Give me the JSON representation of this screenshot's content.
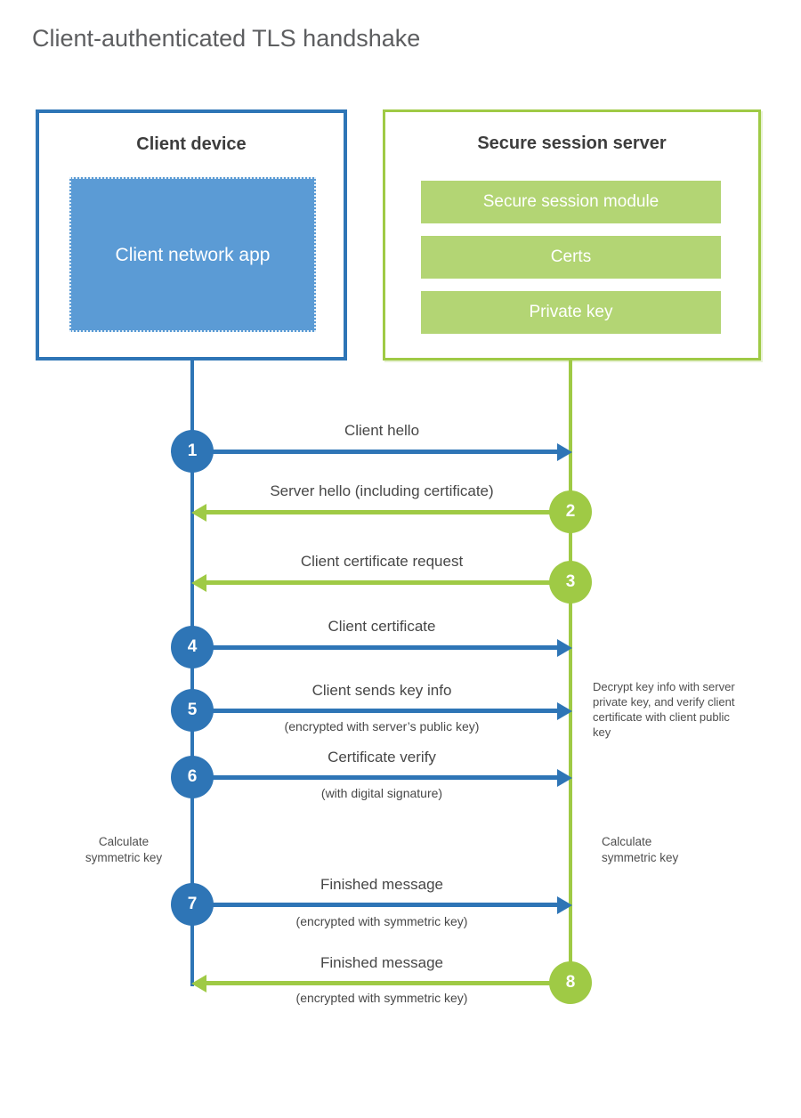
{
  "title": "Client-authenticated TLS handshake",
  "colors": {
    "blue": "#2e75b6",
    "blue_fill": "#5b9bd5",
    "green": "#9fca45",
    "green_fill": "#b3d574",
    "heading_text": "#3d3d3d",
    "label_text": "#474747",
    "title_text": "#5d5e60"
  },
  "client_box": {
    "title": "Client device",
    "app_label": "Client network app"
  },
  "server_box": {
    "title": "Secure session server",
    "modules": [
      "Secure session module",
      "Certs",
      "Private key"
    ]
  },
  "steps": [
    {
      "num": "1",
      "label": "Client hello",
      "sub": "",
      "direction": "client-to-server"
    },
    {
      "num": "2",
      "label": "Server hello (including certificate)",
      "sub": "",
      "direction": "server-to-client"
    },
    {
      "num": "3",
      "label": "Client certificate request",
      "sub": "",
      "direction": "server-to-client"
    },
    {
      "num": "4",
      "label": "Client certificate",
      "sub": "",
      "direction": "client-to-server"
    },
    {
      "num": "5",
      "label": "Client sends key info",
      "sub": "(encrypted with server’s public key)",
      "direction": "client-to-server"
    },
    {
      "num": "6",
      "label": "Certificate verify",
      "sub": "(with digital signature)",
      "direction": "client-to-server"
    },
    {
      "num": "7",
      "label": "Finished message",
      "sub": "(encrypted with symmetric key)",
      "direction": "client-to-server"
    },
    {
      "num": "8",
      "label": "Finished message",
      "sub": "(encrypted with symmetric key)",
      "direction": "server-to-client"
    }
  ],
  "notes": {
    "decrypt_note": "Decrypt key info with server private key, and verify client certificate with client public key",
    "client_calc": "Calculate symmetric key",
    "server_calc": "Calculate symmetric key"
  }
}
